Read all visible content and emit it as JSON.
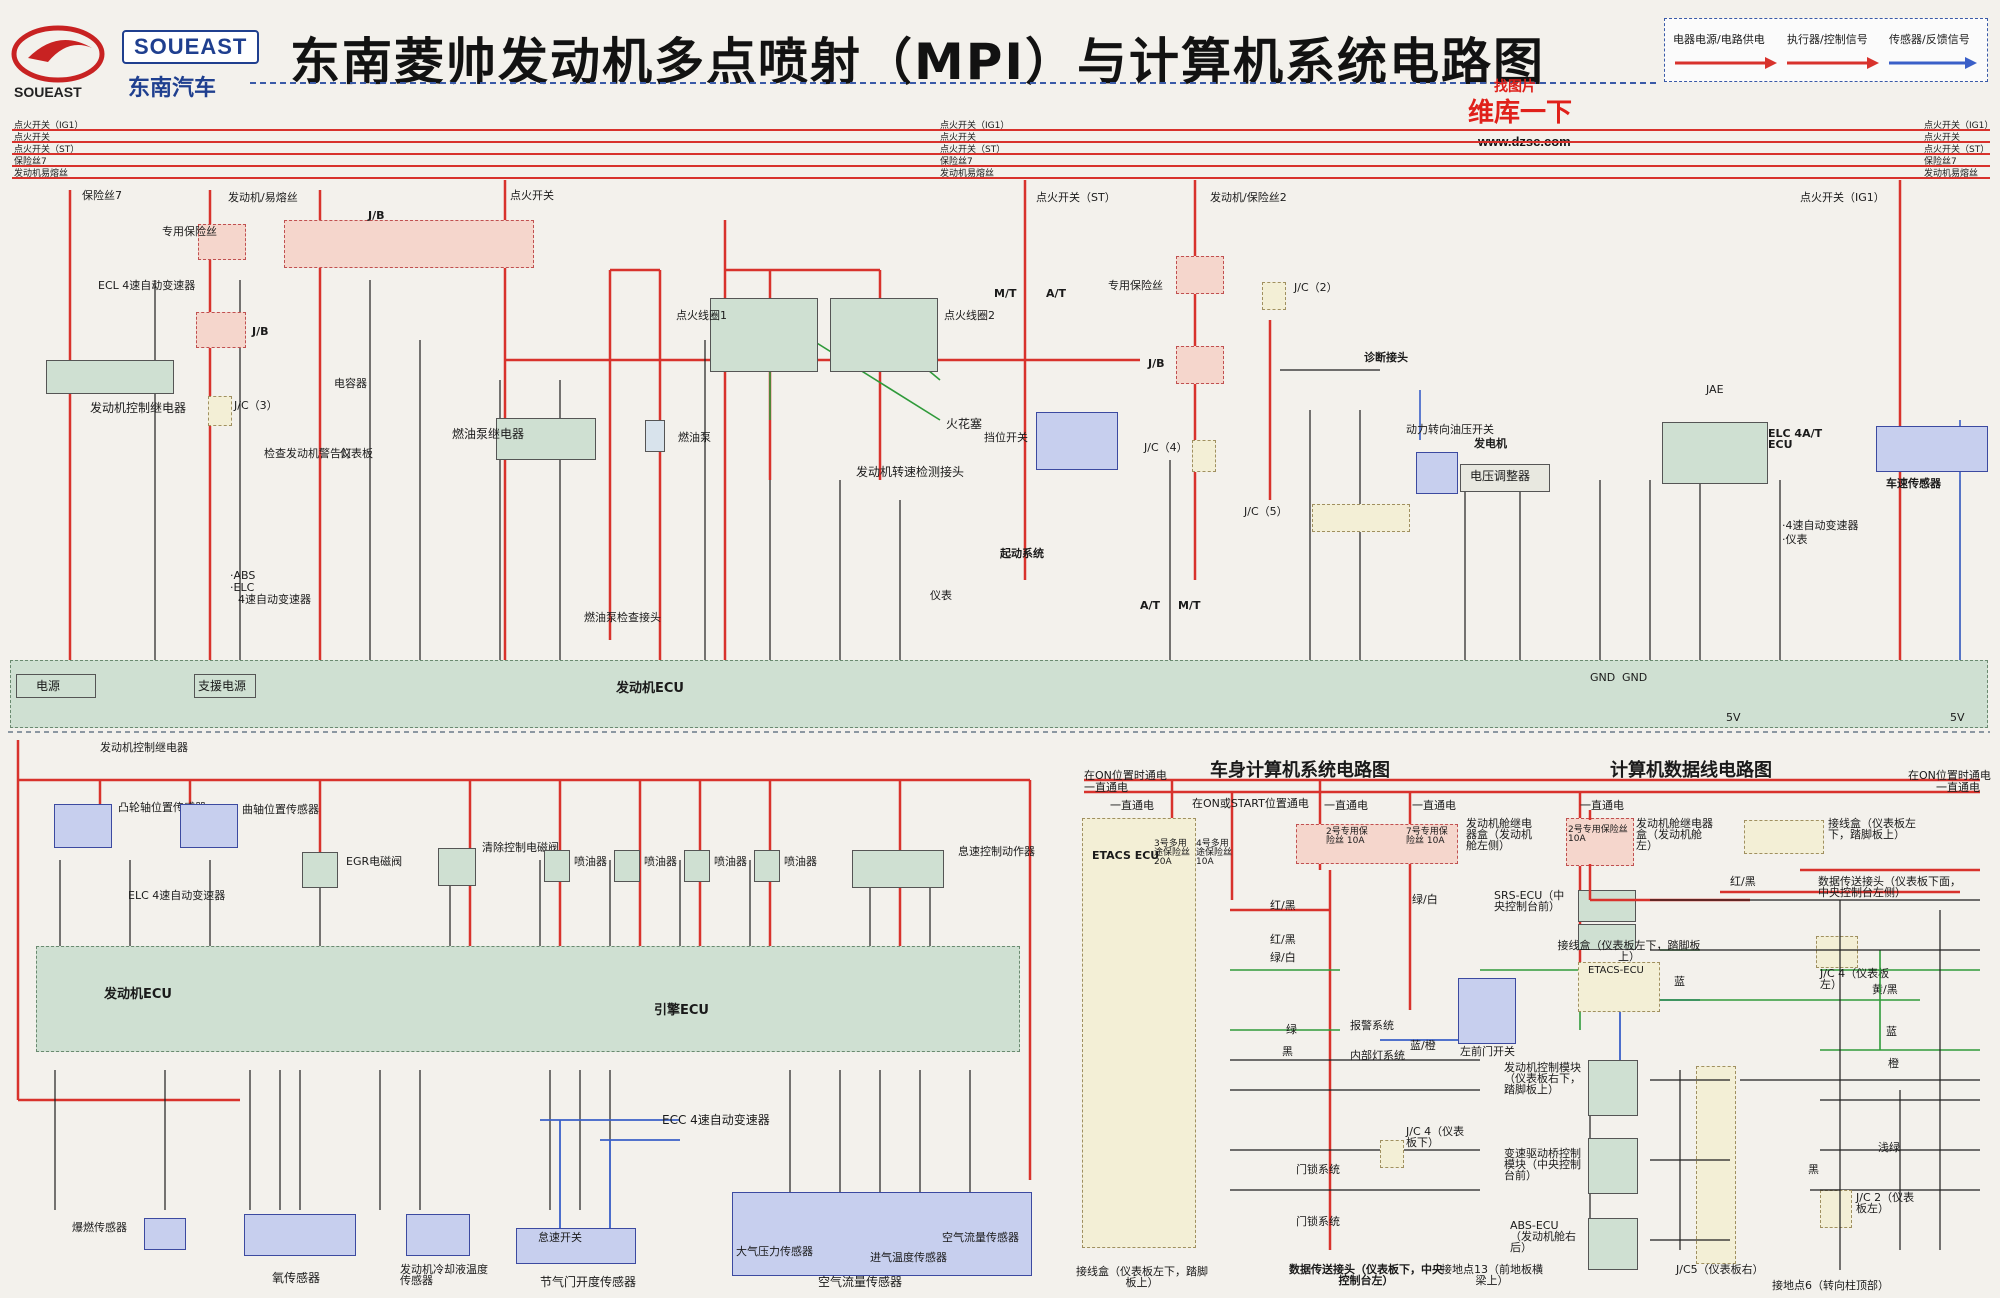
{
  "brand": {
    "logo_text": "SOUEAST",
    "badge_en": "SOUEAST",
    "badge_cn": "东南汽车"
  },
  "title": "东南菱帅发动机多点喷射（MPI）与计算机系统电路图",
  "legend": {
    "items": [
      "电器电源/电路供电",
      "执行器/控制信号",
      "传感器/反馈信号"
    ],
    "colors": [
      "#d8322c",
      "#d8322c",
      "#3a5fc8"
    ]
  },
  "watermark": {
    "brand": "维库一下",
    "url": "www.dzsc.com",
    "tag": "找图片"
  },
  "bus_lines": {
    "left": [
      "点火开关（IG1）",
      "点火开关",
      "点火开关（ST）",
      "保险丝7",
      "发动机易熔丝"
    ],
    "center": [
      "点火开关（IG1）",
      "点火开关",
      "点火开关（ST）",
      "保险丝7",
      "发动机易熔丝"
    ],
    "right": [
      "点火开关（IG1）",
      "点火开关",
      "点火开关（ST）",
      "保险丝7",
      "发动机易熔丝"
    ]
  },
  "top_labels": {
    "fuse7": "保险丝7",
    "engine_fusible": "发动机/易熔丝",
    "ign_switch": "点火开关",
    "ign_switch_st": "点火开关（ST）",
    "ign_switch_ig1": "点火开关（IG1）",
    "alt_fuse2": "发动机/保险丝2",
    "special_fuse": "专用保险丝",
    "special_fuse2": "专用保险丝",
    "jb": "J/B",
    "ecl4": "ECL 4速自动变速器",
    "engine_ctrl_relay": "发动机控制继电器",
    "jc3": "J/C（3）",
    "check_engine": "检查发动机警告灯",
    "instrument": "仪表板",
    "capacitor": "电容器",
    "fuel_pump_relay": "燃油泵继电器",
    "fuel_pump": "燃油泵",
    "fuel_pump_check": "燃油泵检查接头",
    "ign_coil1": "点火线圈1",
    "ign_coil2": "点火线圈2",
    "spark_plug": "火花塞",
    "engine_speed": "发动机转速检测接头",
    "instrument2": "仪表",
    "gear_switch": "挡位开关",
    "start_system": "起动系统",
    "mt_at": "M/T",
    "at": "A/T",
    "jc4": "J/C（4）",
    "jc2": "J/C（2）",
    "jc5": "J/C（5）",
    "diag_conn": "诊断接头",
    "ps_switch": "动力转向油压开关",
    "alternator": "发电机",
    "voltage_reg": "电压调整器",
    "elc": "ELC 4A/T ECU",
    "vss": "车速传感器",
    "at_note": "·4速自动变速器",
    "inst_note": "·仪表",
    "abs_note": "·ABS",
    "elc_note": "·ELC",
    "at4_note": "4速自动变速器",
    "power": "电源",
    "support_power": "支援电源",
    "engine_ecu": "发动机ECU",
    "gnd": "GND",
    "jae": "JAE",
    "v5": "5V"
  },
  "bottom_left_labels": {
    "engine_ctrl_relay": "发动机控制继电器",
    "cam_sensor": "凸轮轴位置传感器",
    "crank_sensor": "曲轴位置传感器",
    "egr": "EGR电磁阀",
    "purge": "清除控制电磁阀",
    "injector": "喷油器",
    "idle_actuator": "息速控制动作器",
    "elc_at": "ELC 4速自动变速器",
    "engine_ecu": "发动机ECU",
    "engine_ecu2": "引擎ECU",
    "ecc_at": "ECC 4速自动变速器",
    "knock": "爆燃传感器",
    "o2": "氧传感器",
    "coolant": "发动机冷却液温度传感器",
    "throttle": "节气门开度传感器",
    "idle_switch": "怠速开关",
    "map": "大气压力传感器",
    "intake_temp": "进气温度传感器",
    "maf": "空气流量传感器",
    "airflow": "空气流量传感器"
  },
  "body_computer": {
    "title": "车身计算机系统电路图",
    "on_power": "在ON位置时通电",
    "always": "一直通电",
    "on_start": "在ON或START位置通电",
    "etacs": "ETACS ECU",
    "fuse3": "3号多用途保险丝 20A",
    "fuse4": "4号多用途保险丝 10A",
    "fuse2": "2号专用保险丝 10A",
    "fuse7": "7号专用保险丝 10A",
    "relay_box": "发动机舱继电器盒（发动机舱左侧）",
    "alarm": "报警系统",
    "interior_light": "内部灯系统",
    "door_switch": "左前门开关",
    "door_lock": "门锁系统",
    "door_lock2": "门锁系统",
    "jc4": "J/C 4（仪表板下）",
    "junction": "接线盒（仪表板左下，踏脚板上）",
    "data_conn": "数据传送接头（仪表板下，中央控制台左）",
    "ground13": "接地点13（前地板横梁上）",
    "red_black": "红/黑",
    "green_white": "绿/白",
    "green": "绿",
    "blue_orange": "蓝/橙",
    "black": "黑"
  },
  "data_bus": {
    "title": "计算机数据线电路图",
    "on_power": "在ON位置时通电",
    "always": "一直通电",
    "fuse2": "2号专用保险丝 10A",
    "relay_box": "发动机舱继电器盒（发动机舱左）",
    "junction": "接线盒（仪表板左下，踏脚板上）",
    "data_conn": "数据传送接头（仪表板下面，中央控制台左侧）",
    "srs": "SRS-ECU（中央控制台前）",
    "junction2": "接线盒（仪表板左下，踏脚板上）",
    "etacs": "ETACS-ECU",
    "engine_module": "发动机控制模块（仪表板右下，踏脚板上）",
    "trans_module": "变速驱动桥控制模块（中央控制台前）",
    "abs": "ABS-ECU（发动机舱右后）",
    "jc4": "J/C 4（仪表板左）",
    "jc2": "J/C 2（仪表板左）",
    "jc5": "J/C5（仪表板右）",
    "ground6": "接地点6（转向柱顶部）",
    "blue": "蓝",
    "yellow_black": "黄/黑",
    "orange": "橙",
    "light_green": "浅绿",
    "black": "黑",
    "red_black": "红/黑"
  }
}
